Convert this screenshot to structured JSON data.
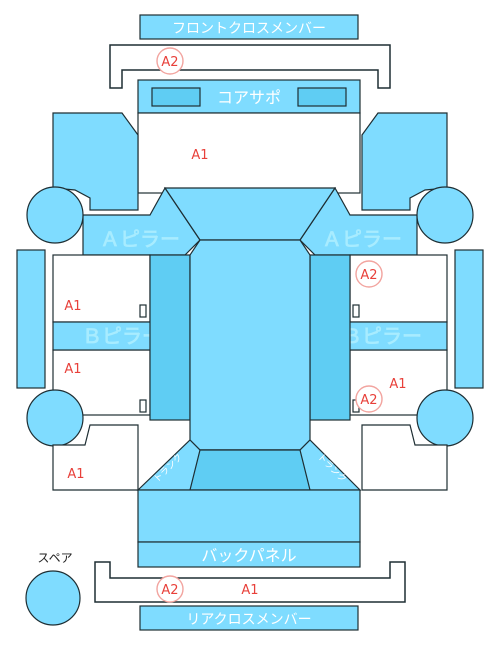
{
  "parts": {
    "front_cross_member": "フロントクロスメンバー",
    "core_support": "コアサポ",
    "a_pillar_left": "Ａピラー",
    "a_pillar_right": "Ａピラー",
    "b_pillar_left": "Ｂピラー",
    "b_pillar_right": "Ｂピラー",
    "back_panel": "バックパネル",
    "rear_cross_member": "リアクロスメンバー",
    "spare": "スペア",
    "trunk_left": "トランク",
    "trunk_right": "トランク"
  },
  "marks": [
    {
      "code": "A2",
      "location": "front_cross_member",
      "circled": true
    },
    {
      "code": "A1",
      "location": "front_inner",
      "circled": false
    },
    {
      "code": "A2",
      "location": "right_front_door",
      "circled": true
    },
    {
      "code": "A1",
      "location": "left_front_door",
      "circled": false
    },
    {
      "code": "A1",
      "location": "left_rear_door",
      "circled": false
    },
    {
      "code": "A1",
      "location": "right_rear_door",
      "circled": false
    },
    {
      "code": "A2",
      "location": "right_rear_door",
      "circled": true
    },
    {
      "code": "A1",
      "location": "left_rear_quarter",
      "circled": false
    },
    {
      "code": "A2",
      "location": "rear_cross_member",
      "circled": true
    },
    {
      "code": "A1",
      "location": "rear_cross_member",
      "circled": false
    }
  ],
  "colors": {
    "panel": "#7fdcff",
    "panel_dark": "#5fcdf3",
    "mark_text": "#e8403a",
    "mark_ring": "#f2a49f"
  }
}
